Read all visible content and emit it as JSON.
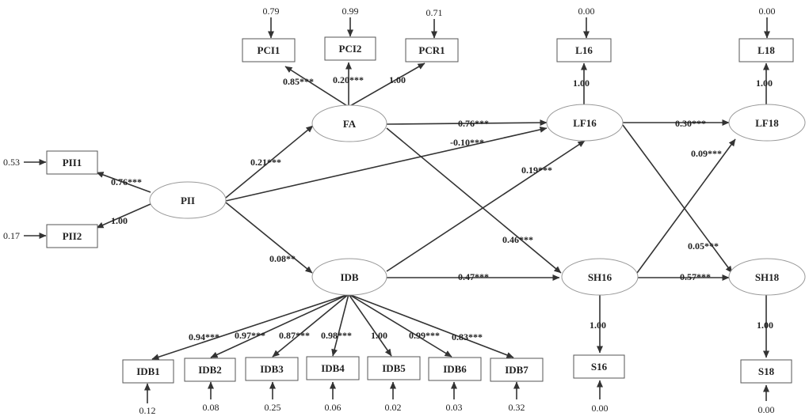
{
  "nodes": {
    "PCI1": "PCI1",
    "PCI2": "PCI2",
    "PCR1": "PCR1",
    "L16": "L16",
    "L18": "L18",
    "FA": "FA",
    "LF16": "LF16",
    "LF18": "LF18",
    "PII": "PII",
    "PII1": "PII1",
    "PII2": "PII2",
    "IDB": "IDB",
    "SH16": "SH16",
    "SH18": "SH18",
    "IDB1": "IDB1",
    "IDB2": "IDB2",
    "IDB3": "IDB3",
    "IDB4": "IDB4",
    "IDB5": "IDB5",
    "IDB6": "IDB6",
    "IDB7": "IDB7",
    "S16": "S16",
    "S18": "S18"
  },
  "errors": {
    "PCI1": "0.79",
    "PCI2": "0.99",
    "PCR1": "0.71",
    "L16": "0.00",
    "L18": "0.00",
    "PII1": "0.53",
    "PII2": "0.17",
    "IDB1": "0.12",
    "IDB2": "0.08",
    "IDB3": "0.25",
    "IDB4": "0.06",
    "IDB5": "0.02",
    "IDB6": "0.03",
    "IDB7": "0.32",
    "S16": "0.00",
    "S18": "0.00"
  },
  "paths": {
    "FA_PCI1": "0.85***",
    "FA_PCI2": "0.20***",
    "FA_PCR1": "1.00",
    "LF16_L16": "1.00",
    "LF18_L18": "1.00",
    "PII_PII1": "0.76***",
    "PII_PII2": "1.00",
    "PII_FA": "0.21***",
    "PII_LF16": "-0.10***",
    "PII_IDB": "0.08**",
    "FA_LF16": "0.76***",
    "FA_SH16": "0.46***",
    "IDB_LF16": "0.19***",
    "IDB_SH16": "0.47***",
    "LF16_LF18": "0.30***",
    "LF16_SH18": "0.05***",
    "SH16_LF18": "0.09***",
    "SH16_SH18": "0.57***",
    "SH16_S16": "1.00",
    "SH18_S18": "1.00",
    "IDB_IDB1": "0.94***",
    "IDB_IDB2": "0.97***",
    "IDB_IDB3": "0.87***",
    "IDB_IDB4": "0.98***",
    "IDB_IDB5": "1.00",
    "IDB_IDB6": "0.99***",
    "IDB_IDB7": "0.83***"
  }
}
